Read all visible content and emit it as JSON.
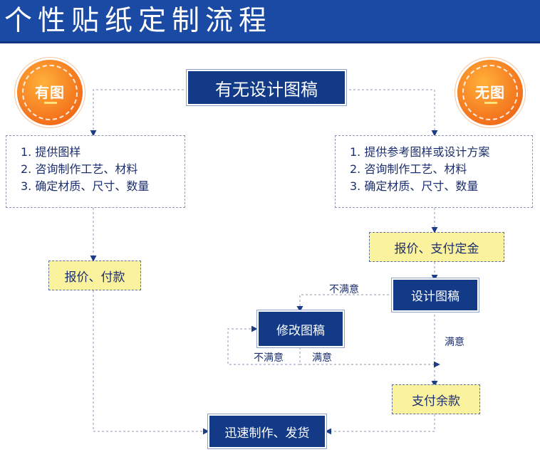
{
  "header": {
    "title": "个性贴纸定制流程"
  },
  "badges": {
    "left": "有图",
    "right": "无图"
  },
  "nodes": {
    "start": "有无设计图稿",
    "left_steps": [
      "1. 提供图样",
      "2. 咨询制作工艺、材料",
      "3. 确定材质、尺寸、数量"
    ],
    "right_steps": [
      "1. 提供参考图样或设计方案",
      "2. 咨询制作工艺、材料",
      "3. 确定材质、尺寸、数量"
    ],
    "left_quote": "报价、付款",
    "right_quote": "报价、支付定金",
    "design": "设计图稿",
    "revise": "修改图稿",
    "balance": "支付余款",
    "produce": "迅速制作、发货"
  },
  "edge_labels": {
    "design_unsatisfied": "不满意",
    "design_satisfied": "满意",
    "revise_unsatisfied": "不满意",
    "revise_satisfied": "满意"
  },
  "colors": {
    "header_bg": "#1a4aa3",
    "navy_box": "#123a86",
    "yellow_box": "#fbf29e",
    "badge_orange": "#f3701b",
    "text": "#1c2f6e"
  }
}
